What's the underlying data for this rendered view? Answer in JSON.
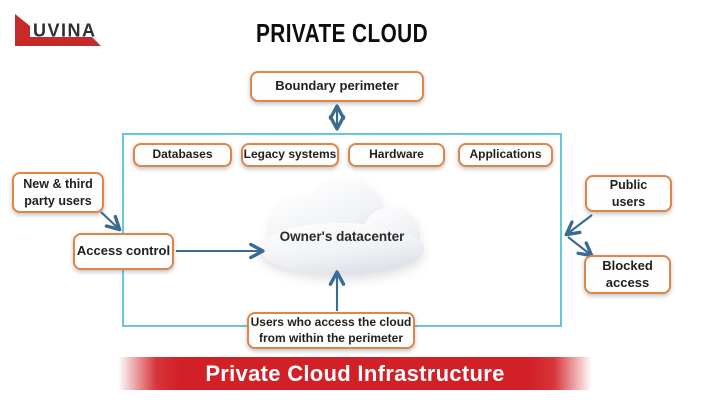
{
  "logo": {
    "text": "UVINA"
  },
  "title": "PRIVATE CLOUD",
  "diagram": {
    "boundary": {
      "label": "Boundary perimeter"
    },
    "inner_boxes": [
      {
        "label": "Databases"
      },
      {
        "label": "Legacy systems"
      },
      {
        "label": "Hardware"
      },
      {
        "label": "Applications"
      }
    ],
    "cloud": {
      "label": "Owner's datacenter"
    },
    "new_third_party": {
      "lines": [
        "New & third",
        "party users"
      ]
    },
    "access_control": {
      "label": "Access control"
    },
    "public_users": {
      "lines": [
        "Public",
        "users"
      ]
    },
    "blocked_access": {
      "lines": [
        "Blocked",
        "access"
      ]
    },
    "perimeter_users": {
      "lines": [
        "Users who access the cloud",
        "from within the perimeter"
      ]
    }
  },
  "banner": {
    "label": "Private Cloud Infrastructure"
  },
  "colors": {
    "box_border_orange": "#de8647",
    "container_border_cyan": "#64c8da",
    "arrow_blue": "#3b6a92",
    "banner_red": "#d22027",
    "logo_red": "#c62a2b",
    "title_black": "#0d0d0d"
  }
}
